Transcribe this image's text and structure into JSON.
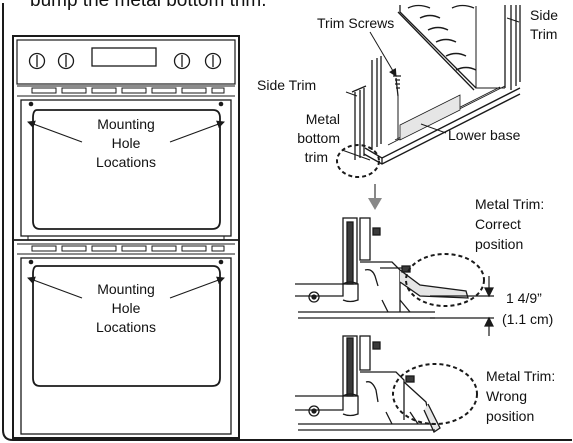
{
  "instruction_fragment": "bump the metal bottom trim.",
  "labels": {
    "side_trim_right_1": "Side",
    "side_trim_right_2": "Trim",
    "trim_screws": "Trim Screws",
    "side_trim_left": "Side Trim",
    "metal_bottom_trim_1": "Metal",
    "metal_bottom_trim_2": "bottom",
    "metal_bottom_trim_3": "trim",
    "lower_base": "Lower base",
    "upper_mounting_1": "Mounting",
    "upper_mounting_2": "Hole",
    "upper_mounting_3": "Locations",
    "lower_mounting_1": "Mounting",
    "lower_mounting_2": "Hole",
    "lower_mounting_3": "Locations",
    "correct_1": "Metal Trim:",
    "correct_2": "Correct",
    "correct_3": "position",
    "measure_1": "1 4/9”",
    "measure_2": "(1.1 cm)",
    "wrong_1": "Metal Trim:",
    "wrong_2": "Wrong",
    "wrong_3": "position"
  },
  "colors": {
    "line": "#1a1a1a",
    "grey_line": "#777777",
    "fill_light": "#e6e6e6",
    "fill_dark": "#3a3a3a",
    "arrow_grey": "#888888"
  }
}
